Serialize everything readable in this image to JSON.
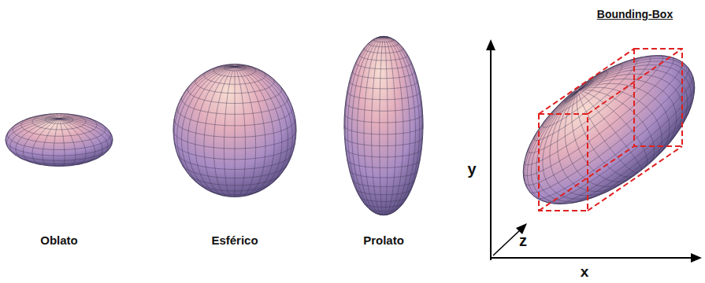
{
  "diagram": {
    "labels": [
      "Oblato",
      "Esférico",
      "Prolato",
      "Bounding-Box",
      "y",
      "z",
      "x"
    ]
  }
}
